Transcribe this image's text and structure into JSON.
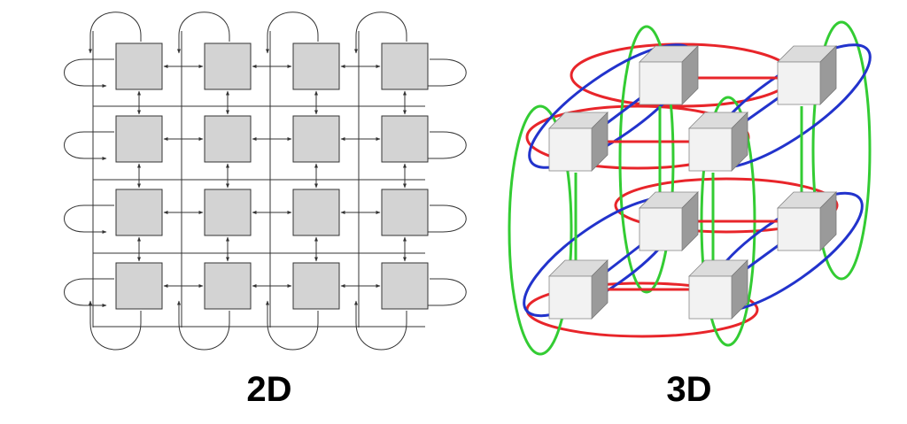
{
  "captions": {
    "left": "2D",
    "right": "3D"
  },
  "torus_2d": {
    "rows": 4,
    "cols": 4,
    "node_fill": "#d3d3d3",
    "node_stroke": "#333333",
    "link_color": "#333333"
  },
  "torus_3d": {
    "size": 2,
    "cube_face": "#f2f2f2",
    "cube_top": "#dcdcdc",
    "cube_side": "#9a9a9a",
    "x_link_color": "#e8252a",
    "y_link_color": "#33cc33",
    "z_link_color": "#2233cc"
  }
}
